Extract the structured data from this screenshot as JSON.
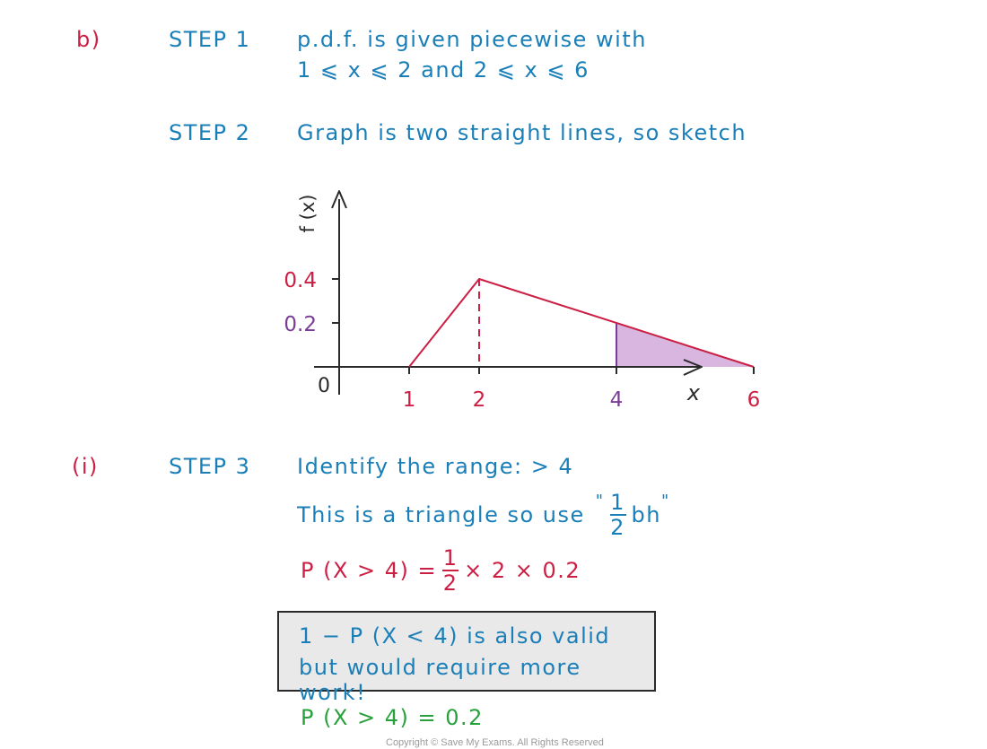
{
  "part_b": {
    "label": "b)",
    "step1": {
      "label": "STEP 1",
      "line1": "p.d.f. is given piecewise with",
      "line2": "1 ⩽ x ⩽ 2 and 2 ⩽ x ⩽ 6"
    },
    "step2": {
      "label": "STEP 2",
      "text": "Graph is two straight lines, so sketch"
    }
  },
  "graph": {
    "y_axis_label": "f (x)",
    "x_axis_label": "x",
    "origin_label": "0",
    "y_ticks": [
      {
        "label": "0.4",
        "value": 0.4,
        "color": "#cc1f44"
      },
      {
        "label": "0.2",
        "value": 0.2,
        "color": "#7a3c96"
      }
    ],
    "x_ticks": [
      {
        "label": "1",
        "value": 1,
        "color": "#cc1f44"
      },
      {
        "label": "2",
        "value": 2,
        "color": "#cc1f44"
      },
      {
        "label": "4",
        "value": 4,
        "color": "#7a3c96"
      },
      {
        "label": "6",
        "value": 6,
        "color": "#cc1f44"
      }
    ],
    "pdf_points": [
      {
        "x": 1,
        "y": 0
      },
      {
        "x": 2,
        "y": 0.4
      },
      {
        "x": 6,
        "y": 0
      }
    ],
    "dashed_x": 2,
    "shaded_from_x": 4,
    "shade_color": "#d8b6e0",
    "line_color": "#cc1f44",
    "shade_edge_color": "#7a3c96"
  },
  "part_i": {
    "label": "(i)",
    "step3": {
      "label": "STEP 3",
      "line1": "Identify the range: > 4",
      "line2_prefix": "This is a triangle so use",
      "frac_num": "1",
      "frac_den": "2",
      "quote_open": "\"",
      "quote_close": "\"",
      "line2_suffix": "bh"
    },
    "calc": {
      "prefix": "P (X > 4) =",
      "frac_num": "1",
      "frac_den": "2",
      "suffix": "× 2 × 0.2"
    },
    "note": {
      "line1": "1 − P (X < 4) is also valid",
      "line2": "but would require more work!"
    },
    "answer": "P (X > 4) = 0.2"
  },
  "footer": {
    "copyright": "Copyright © Save My Exams. All Rights Reserved"
  }
}
